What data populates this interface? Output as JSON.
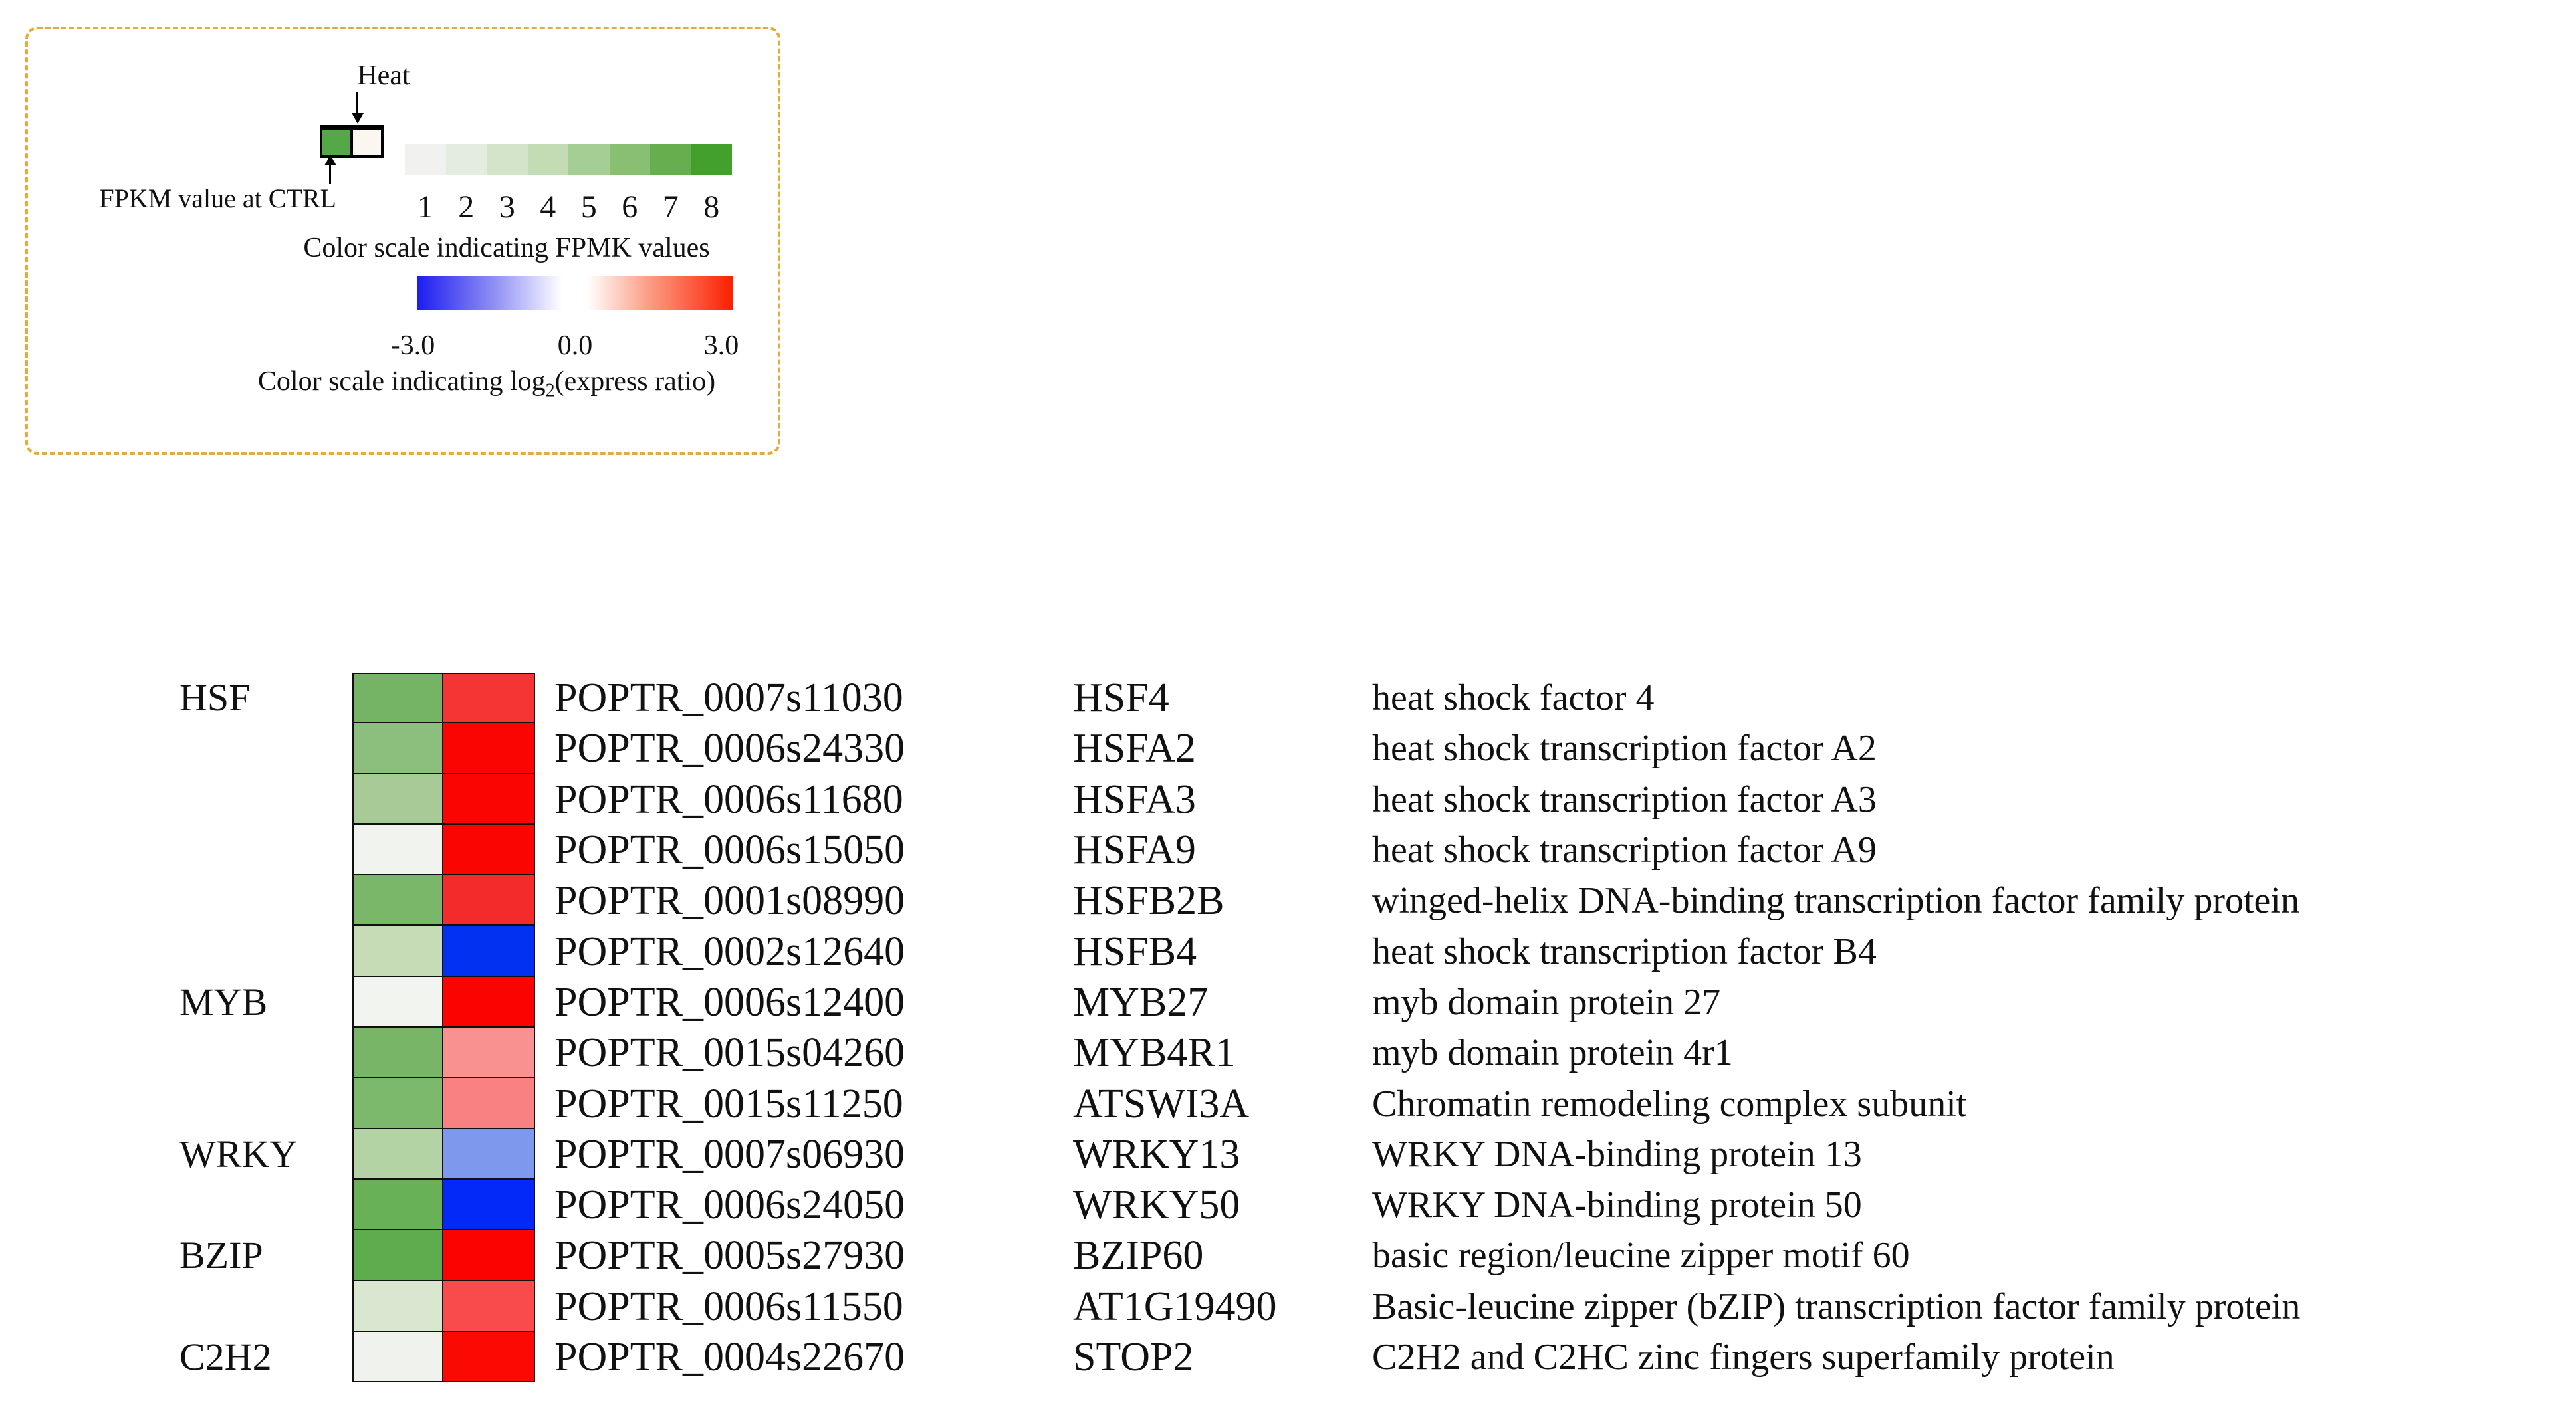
{
  "legend": {
    "heat_label": "Heat",
    "fpkm_label": "FPKM value at CTRL",
    "fpmk_caption": "Color scale indicating FPMK values",
    "ratio_caption_pre": "Color scale indicating log",
    "ratio_caption_sub": "2",
    "ratio_caption_post": "(express ratio)",
    "fpmk_scale_ticks": [
      "1",
      "2",
      "3",
      "4",
      "5",
      "6",
      "7",
      "8"
    ],
    "fpmk_scale_colors": [
      "#f1f2ef",
      "#e4ecdf",
      "#d4e4ca",
      "#c3dcb4",
      "#a5ce94",
      "#88bf73",
      "#66ae4e",
      "#44a02c"
    ],
    "ratio_ticks": [
      "-3.0",
      "0.0",
      "3.0"
    ],
    "ratio_gradient_stops": [
      "#1c1cf0 0%",
      "#8d8df4 24%",
      "#ffffff 46%",
      "#ffffff 54%",
      "#fba48e 72%",
      "#fb2000 100%"
    ],
    "sample_cell": {
      "ctrl_color": "#55a847",
      "heat_color": "#fbf6f0"
    },
    "box_border_color": "#e2ac3b"
  },
  "chart_data": {
    "type": "heatmap",
    "title": "",
    "columns": [
      "FPKM value at CTRL (green scale 1-8)",
      "Heat log2(express ratio) (blue -3.0 to red +3.0)"
    ],
    "fpkm_scale_range": [
      1,
      8
    ],
    "ratio_range": [
      -3.0,
      3.0
    ],
    "legend_position": "top-left",
    "rows": [
      {
        "family_label": "HSF",
        "group": "HSF",
        "gene_id": "POPTR_0007s11030",
        "gene_name": "HSF4",
        "description": "heat shock factor 4",
        "fpkm_level_est": 6,
        "log2_ratio_est": 2.6,
        "fpkm_color": "#76b465",
        "ratio_color": "#f53434"
      },
      {
        "family_label": "",
        "group": "HSF",
        "gene_id": "POPTR_0006s24330",
        "gene_name": "HSFA2",
        "description": "heat shock transcription factor A2",
        "fpkm_level_est": 5,
        "log2_ratio_est": 3.0,
        "fpkm_color": "#8cbe7d",
        "ratio_color": "#fb0503"
      },
      {
        "family_label": "",
        "group": "HSF",
        "gene_id": "POPTR_0006s11680",
        "gene_name": "HSFA3",
        "description": "heat shock transcription factor A3",
        "fpkm_level_est": 4,
        "log2_ratio_est": 3.0,
        "fpkm_color": "#a6cb96",
        "ratio_color": "#fb0503"
      },
      {
        "family_label": "",
        "group": "HSF",
        "gene_id": "POPTR_0006s15050",
        "gene_name": "HSFA9",
        "description": "heat shock transcription factor  A9",
        "fpkm_level_est": 1,
        "log2_ratio_est": 3.0,
        "fpkm_color": "#f1f3ee",
        "ratio_color": "#fb0503"
      },
      {
        "family_label": "",
        "group": "HSF",
        "gene_id": "POPTR_0001s08990",
        "gene_name": "HSFB2B",
        "description": "winged-helix DNA-binding transcription factor family protein",
        "fpkm_level_est": 6,
        "log2_ratio_est": 2.7,
        "fpkm_color": "#7ab769",
        "ratio_color": "#f42b2b"
      },
      {
        "family_label": "",
        "group": "HSF",
        "gene_id": "POPTR_0002s12640",
        "gene_name": "HSFB4",
        "description": "heat shock transcription factor  B4",
        "fpkm_level_est": 3,
        "log2_ratio_est": -3.0,
        "fpkm_color": "#c5dcb7",
        "ratio_color": "#0331f2"
      },
      {
        "family_label": "MYB",
        "group": "MYB",
        "gene_id": "POPTR_0006s12400",
        "gene_name": "MYB27",
        "description": "myb domain protein 27",
        "fpkm_level_est": 1,
        "log2_ratio_est": 3.0,
        "fpkm_color": "#f2f4ef",
        "ratio_color": "#fb0301"
      },
      {
        "family_label": "",
        "group": "MYB",
        "gene_id": "POPTR_0015s04260",
        "gene_name": "MYB4R1",
        "description": "myb domain protein 4r1",
        "fpkm_level_est": 6,
        "log2_ratio_est": 1.2,
        "fpkm_color": "#78b567",
        "ratio_color": "#f99191"
      },
      {
        "family_label": "",
        "group": "MYB",
        "gene_id": "POPTR_0015s11250",
        "gene_name": "ATSWI3A",
        "description": "Chromatin remodeling complex subunit",
        "fpkm_level_est": 6,
        "log2_ratio_est": 1.4,
        "fpkm_color": "#7db96c",
        "ratio_color": "#f98181"
      },
      {
        "family_label": "WRKY",
        "group": "WRKY",
        "gene_id": "POPTR_0007s06930",
        "gene_name": "WRKY13",
        "description": "WRKY DNA-binding protein 13",
        "fpkm_level_est": 3,
        "log2_ratio_est": -1.5,
        "fpkm_color": "#b3d3a4",
        "ratio_color": "#7e98ee"
      },
      {
        "family_label": "",
        "group": "WRKY",
        "gene_id": "POPTR_0006s24050",
        "gene_name": "WRKY50",
        "description": "WRKY DNA-binding protein 50",
        "fpkm_level_est": 7,
        "log2_ratio_est": -3.0,
        "fpkm_color": "#69b156",
        "ratio_color": "#0329f9"
      },
      {
        "family_label": "BZIP",
        "group": "BZIP",
        "gene_id": "POPTR_0005s27930",
        "gene_name": "BZIP60",
        "description": "basic region/leucine zipper motif 60",
        "fpkm_level_est": 7,
        "log2_ratio_est": 3.0,
        "fpkm_color": "#5dac4d",
        "ratio_color": "#fb0301"
      },
      {
        "family_label": "",
        "group": "BZIP",
        "gene_id": "POPTR_0006s11550",
        "gene_name": "AT1G19490",
        "description": "Basic-leucine zipper (bZIP) transcription factor family protein",
        "fpkm_level_est": 2,
        "log2_ratio_est": 2.2,
        "fpkm_color": "#d9e6d0",
        "ratio_color": "#f94b4b"
      },
      {
        "family_label": "C2H2",
        "group": "C2H2",
        "gene_id": "POPTR_0004s22670",
        "gene_name": "STOP2",
        "description": "C2H2 and C2HC zinc fingers superfamily protein",
        "fpkm_level_est": 1,
        "log2_ratio_est": 3.0,
        "fpkm_color": "#f0f2ee",
        "ratio_color": "#fb0a04"
      }
    ]
  }
}
